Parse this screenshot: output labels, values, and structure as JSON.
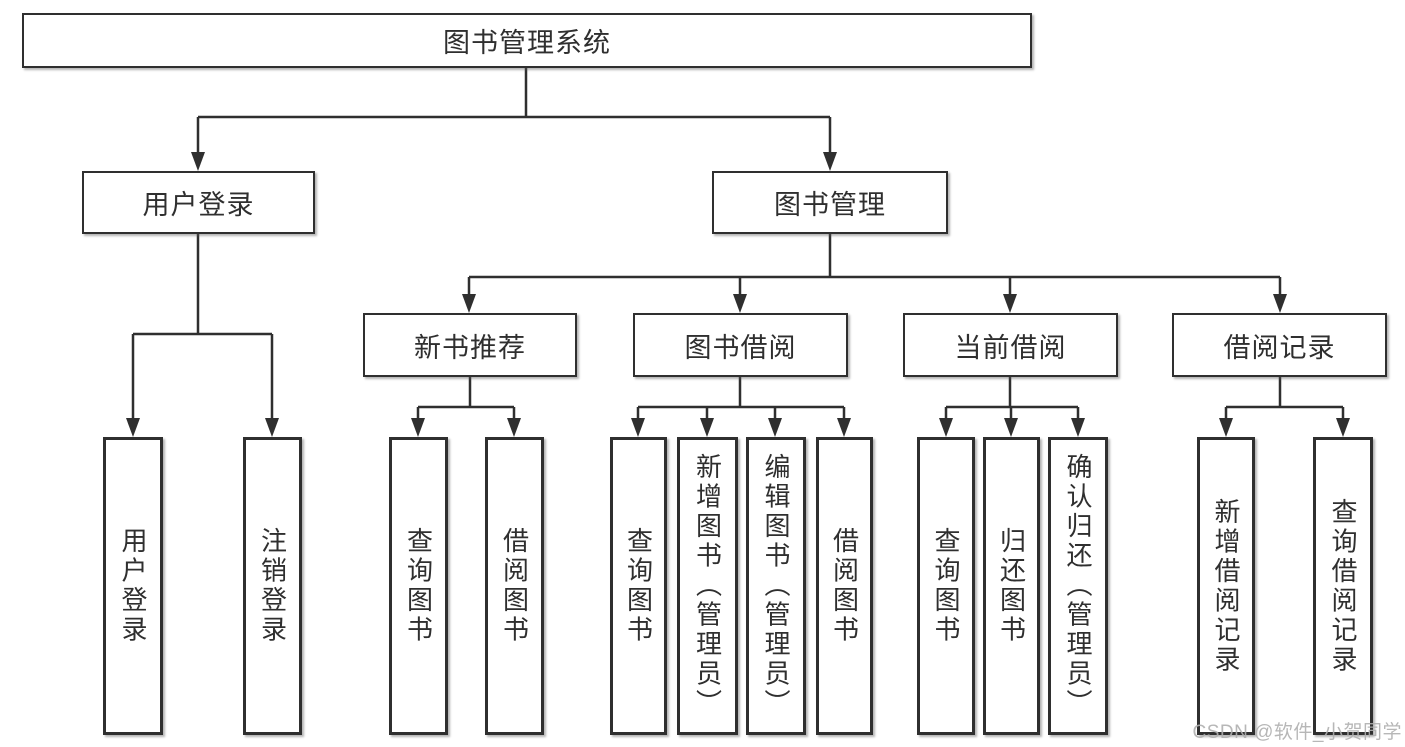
{
  "tree": {
    "root": {
      "label": "图书管理系统"
    },
    "branches": [
      {
        "label": "用户登录",
        "children": [
          {
            "label": "用户登录"
          },
          {
            "label": "注销登录"
          }
        ]
      },
      {
        "label": "图书管理",
        "children": [
          {
            "label": "新书推荐",
            "children": [
              {
                "label": "查询图书"
              },
              {
                "label": "借阅图书"
              }
            ]
          },
          {
            "label": "图书借阅",
            "children": [
              {
                "label": "查询图书"
              },
              {
                "label": "新增图书（管理员）"
              },
              {
                "label": "编辑图书（管理员）"
              },
              {
                "label": "借阅图书"
              }
            ]
          },
          {
            "label": "当前借阅",
            "children": [
              {
                "label": "查询图书"
              },
              {
                "label": "归还图书"
              },
              {
                "label": "确认归还（管理员）"
              }
            ]
          },
          {
            "label": "借阅记录",
            "children": [
              {
                "label": "新增借阅记录"
              },
              {
                "label": "查询借阅记录"
              }
            ]
          }
        ]
      }
    ]
  },
  "watermark": "CSDN @软件_小贺同学",
  "colors": {
    "line": "#2f2f2f",
    "text": "#2f2f2f",
    "box_fill": "#ffffff",
    "watermark": "#afafaf"
  }
}
